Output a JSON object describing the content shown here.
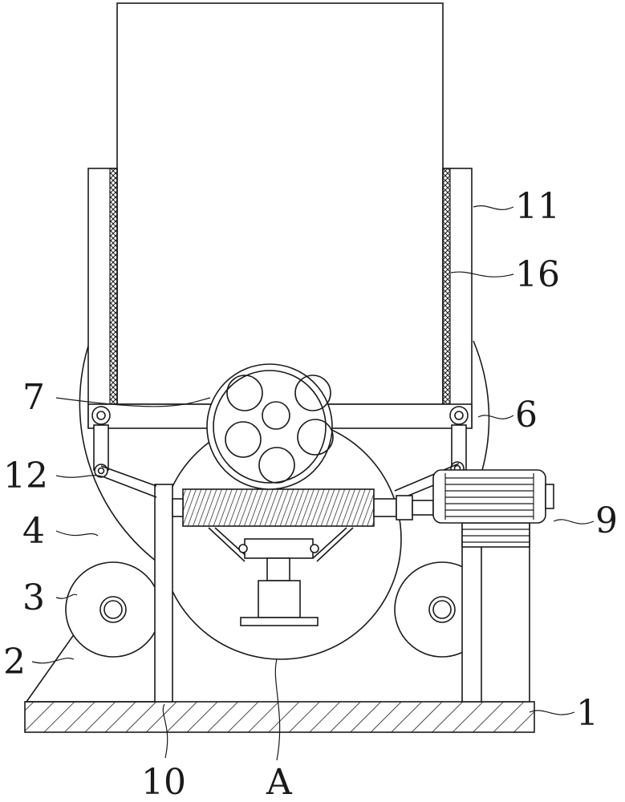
{
  "labels": {
    "l1": "1",
    "l2": "2",
    "l3": "3",
    "l4": "4",
    "l6": "6",
    "l7": "7",
    "l9": "9",
    "l10": "10",
    "l11": "11",
    "l12": "12",
    "l16": "16",
    "lA": "A"
  },
  "colors": {
    "ink": "#1a1a1a",
    "background": "#ffffff"
  }
}
